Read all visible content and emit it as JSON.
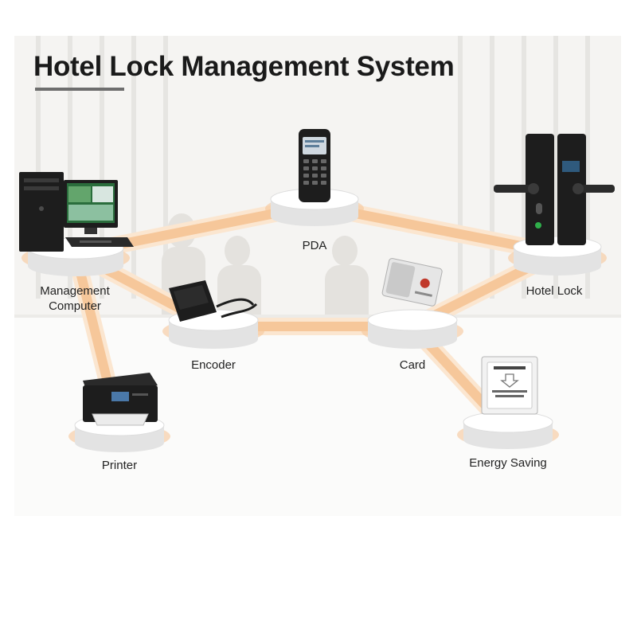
{
  "title": "Hotel Lock Management System",
  "nodes": {
    "pda": "PDA",
    "management_computer": [
      "Management",
      "Computer"
    ],
    "hotel_lock": "Hotel Lock",
    "encoder": "Encoder",
    "card": "Card",
    "printer": "Printer",
    "energy_saving": "Energy Saving"
  },
  "colors": {
    "connector": "#f6c79a",
    "connector_glow": "#fbe6d0",
    "device_dark": "#1d1d1d",
    "title": "#1a1a1a"
  },
  "icons": [
    "desktop-computer-icon",
    "pda-icon",
    "door-lock-icon",
    "card-encoder-icon",
    "rfid-card-icon",
    "printer-icon",
    "energy-switch-icon"
  ]
}
